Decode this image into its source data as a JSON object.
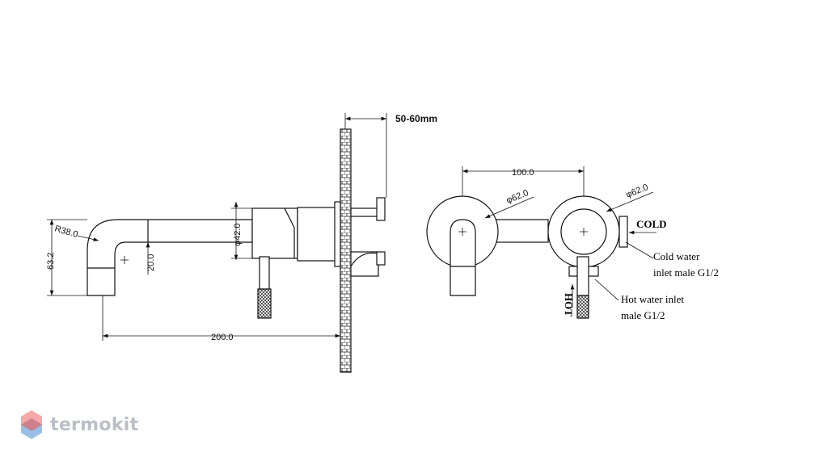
{
  "side_view": {
    "dim_wall_thickness": "50-60mm",
    "dim_height": "63.2",
    "dim_radius": "R38.0",
    "dim_offset": "20.0",
    "dim_diameter": "φ42.0",
    "dim_length": "200.0"
  },
  "front_view": {
    "dim_spacing": "100.0",
    "dim_left_diameter": "φ62.0",
    "dim_right_diameter": "φ62.0",
    "label_cold": "COLD",
    "label_hot": "HOT",
    "cold_note_line1": "Cold water",
    "cold_note_line2": "inlet male G1/2",
    "hot_note_line1": "Hot water inlet",
    "hot_note_line2": "male G1/2"
  },
  "brand": {
    "name": "termokit",
    "logo_colors": [
      "#e45a5a",
      "#6aa3dc",
      "#f0a3a3"
    ]
  }
}
